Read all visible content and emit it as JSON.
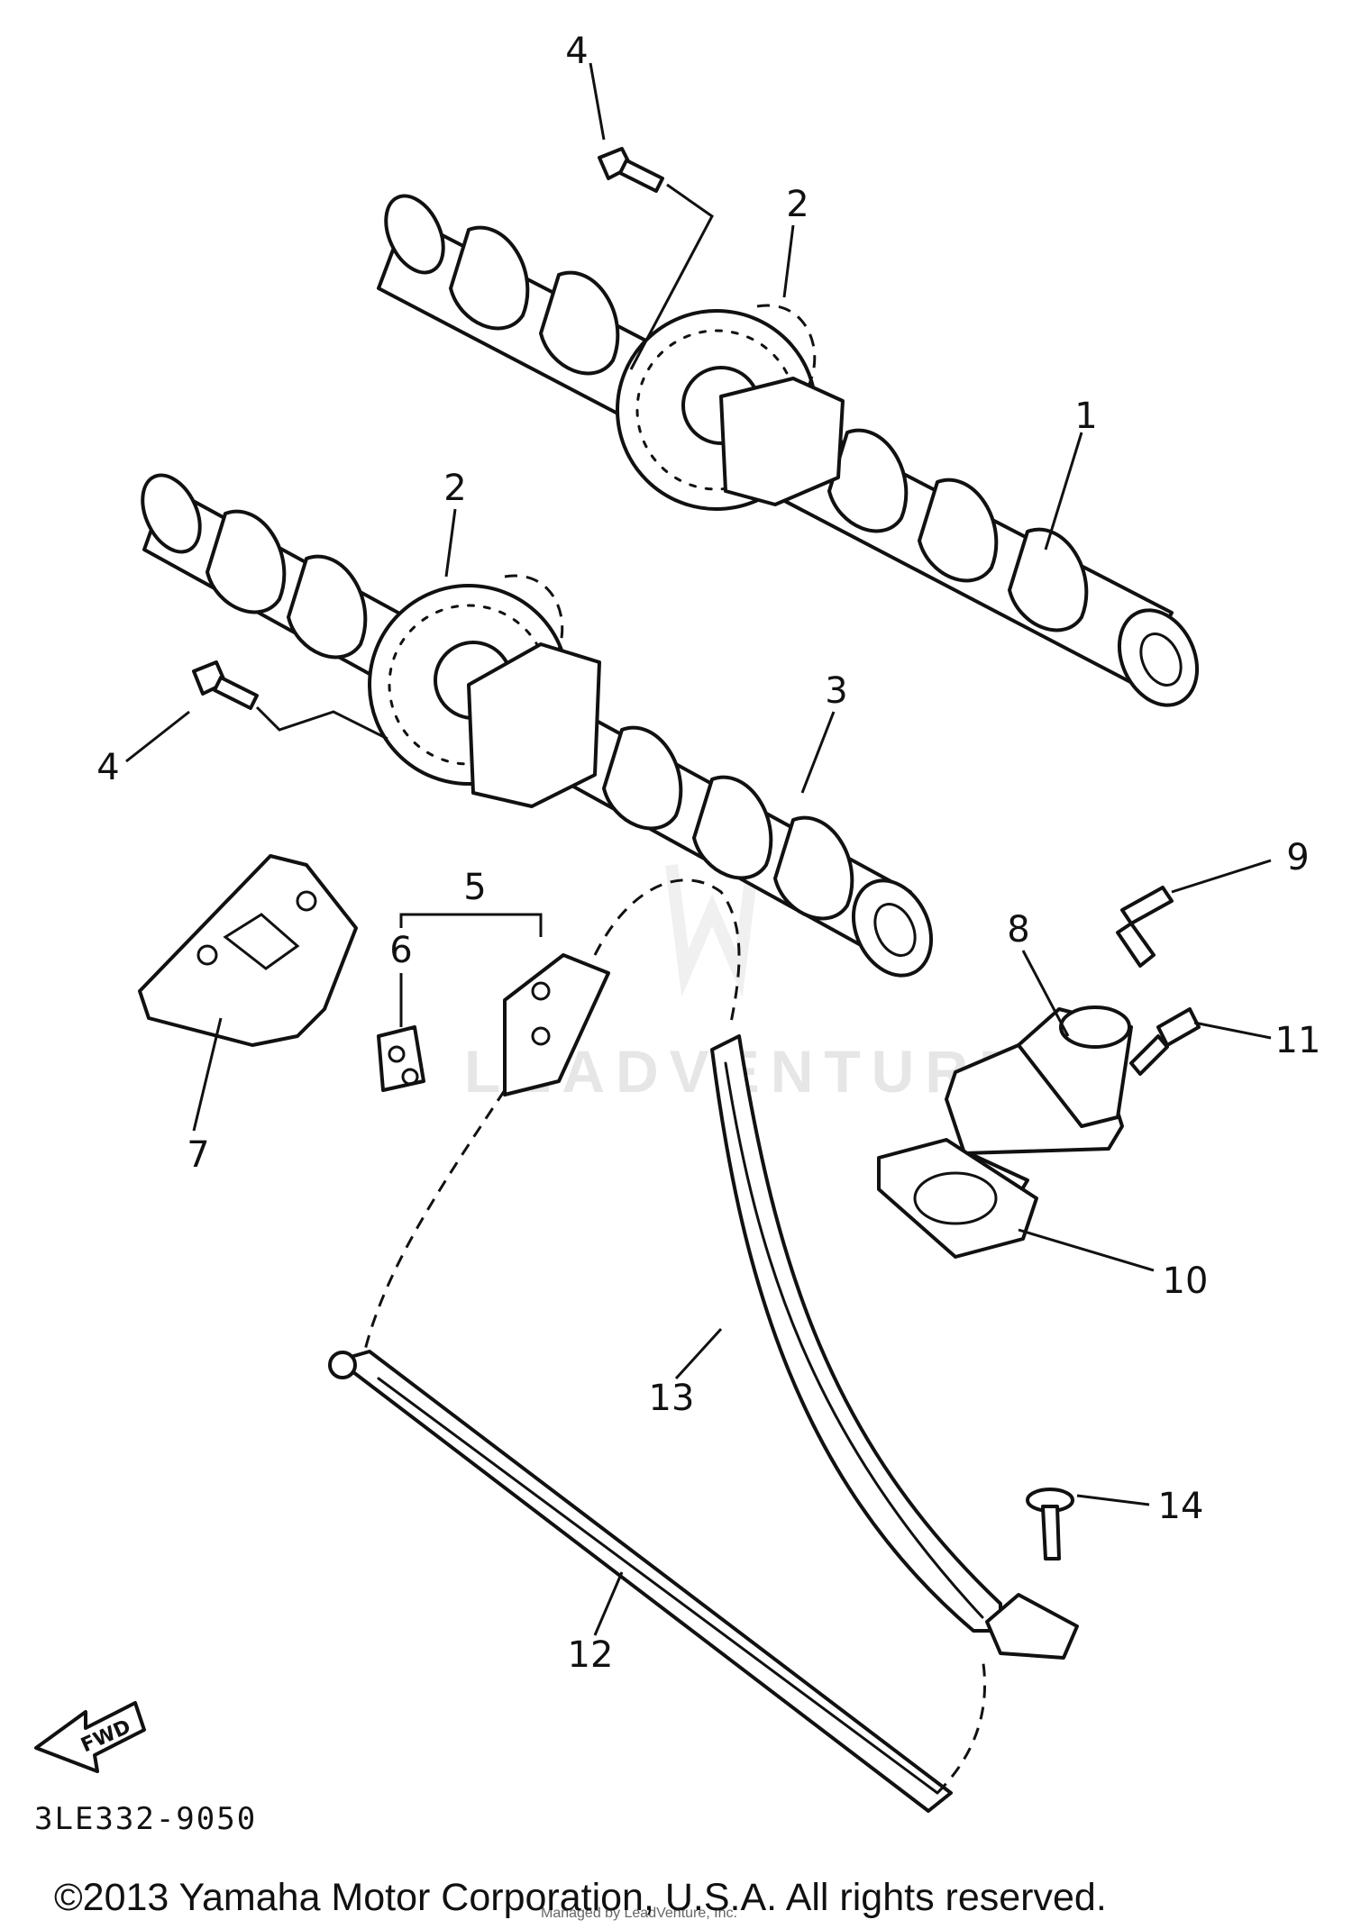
{
  "callouts": {
    "p1": "1",
    "p2_upper": "2",
    "p2_lower": "2",
    "p3": "3",
    "p4_upper": "4",
    "p4_lower": "4",
    "p5": "5",
    "p6": "6",
    "p7": "7",
    "p8": "8",
    "p9": "9",
    "p10": "10",
    "p11": "11",
    "p12": "12",
    "p13": "13",
    "p14": "14"
  },
  "fwd_label": "FWD",
  "diagram_code": "3LE332-9050",
  "watermark": "LEADVENTURE",
  "small_note": "Managed by LeadVenture, Inc.",
  "copyright": "©2013 Yamaha Motor Corporation, U.S.A. All rights reserved."
}
